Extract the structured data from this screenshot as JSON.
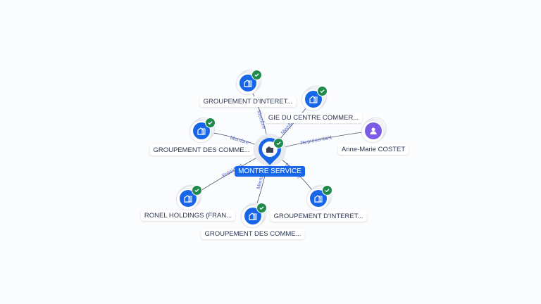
{
  "center": {
    "label": "MONTRE SERVICE",
    "icon": "building-icon",
    "verified": true
  },
  "nodes": [
    {
      "id": "n1",
      "label": "GROUPEMENT D'INTERET...",
      "type": "company",
      "verified": true,
      "relation": "Membre"
    },
    {
      "id": "n2",
      "label": "GIE DU CENTRE COMMER...",
      "type": "company",
      "verified": true,
      "relation": "Membre"
    },
    {
      "id": "n3",
      "label": "GROUPEMENT DES COMME...",
      "type": "company",
      "verified": true,
      "relation": "Membre"
    },
    {
      "id": "n4",
      "label": "Anne-Marie COSTET",
      "type": "person",
      "verified": false,
      "relation": "Représentant"
    },
    {
      "id": "n5",
      "label": "RONEL HOLDINGS (FRAN...",
      "type": "company",
      "verified": true,
      "relation": "Président"
    },
    {
      "id": "n6",
      "label": "GROUPEMENT DES COMME...",
      "type": "company",
      "verified": true,
      "relation": "Membre"
    },
    {
      "id": "n7",
      "label": "GROUPEMENT D'INTERET...",
      "type": "company",
      "verified": true,
      "relation": "Membre"
    }
  ],
  "colors": {
    "company": "#1766e8",
    "person": "#7c5ce6",
    "verified": "#1f8a4c",
    "edge_label": "#5a6fd1"
  }
}
